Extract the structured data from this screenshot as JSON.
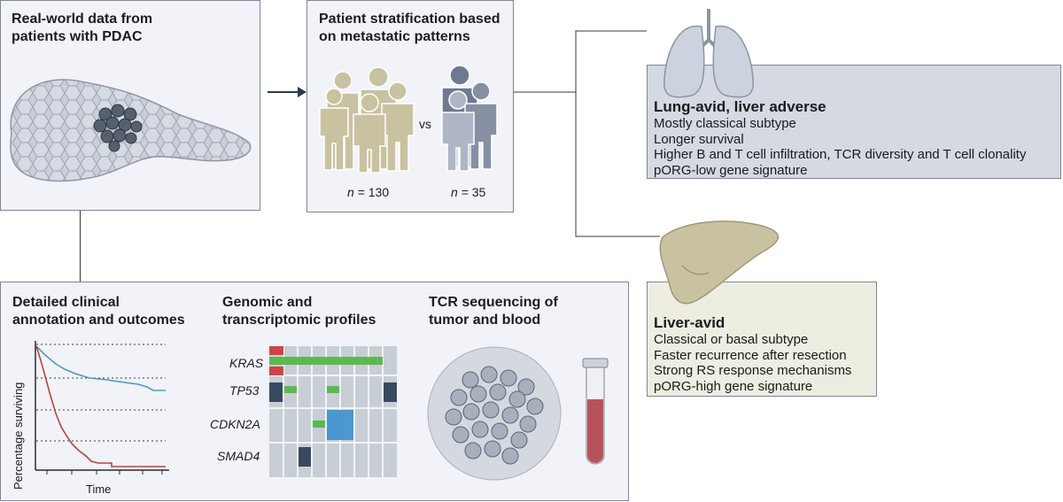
{
  "panel_realworld": {
    "title_l1": "Real-world data from",
    "title_l2": "patients with PDAC"
  },
  "panel_strat": {
    "title_l1": "Patient stratification based",
    "title_l2": "on metastatic patterns",
    "vs": "vs",
    "n_label": "n",
    "group1_n": "= 130",
    "group2_n": "= 35"
  },
  "outcome_lung": {
    "title": "Lung-avid, liver adverse",
    "lines": [
      "Mostly classical subtype",
      "Longer survival",
      "Higher B and T cell infiltration, TCR diversity and T cell clonality",
      "pORG-low gene signature"
    ]
  },
  "outcome_liver": {
    "title": "Liver-avid",
    "lines": [
      "Classical or basal subtype",
      "Faster recurrence after resection",
      "Strong RS response mechanisms",
      "pORG-high gene signature"
    ]
  },
  "panel_clinical": {
    "title_l1": "Detailed clinical",
    "title_l2": "annotation and outcomes",
    "ylabel": "Percentage surviving",
    "xlabel": "Time"
  },
  "panel_genomic": {
    "title_l1": "Genomic and",
    "title_l2": "transcriptomic profiles",
    "genes": [
      "KRAS",
      "TP53",
      "CDKN2A",
      "SMAD4"
    ]
  },
  "panel_tcr": {
    "title_l1": "TCR sequencing of",
    "title_l2": "tumor and blood"
  },
  "colors": {
    "panel_bg": "#f1f3f9",
    "lung_box": "#d5d9e1",
    "liver_box": "#eeede1",
    "km_blue": "#4a9cc0",
    "km_red": "#c2403b",
    "mut_red": "#d0434b",
    "mut_green": "#5cb94f",
    "mut_navy": "#394960",
    "mut_blue": "#4c97d0",
    "grid_cell": "#c8ced6"
  }
}
